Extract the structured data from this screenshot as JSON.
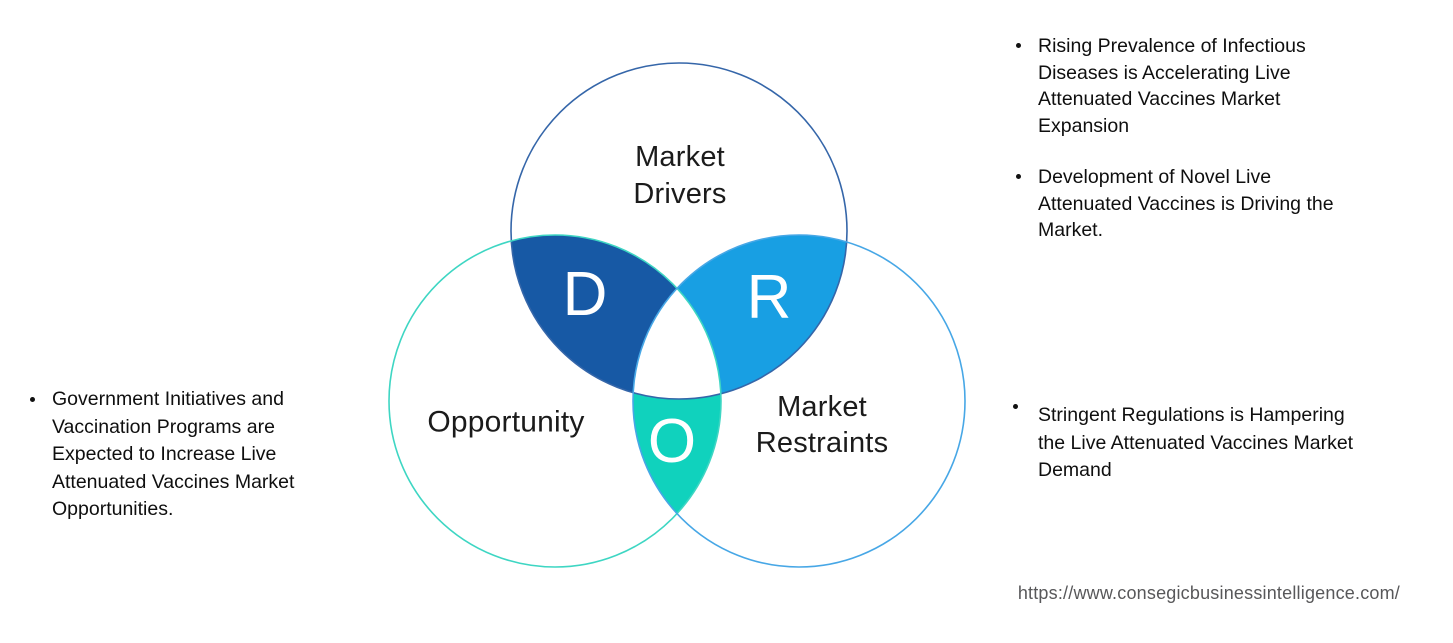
{
  "colors": {
    "overlap_drivers": "#1759A5",
    "overlap_restraints": "#189FE3",
    "overlap_opportunity": "#10D2BD",
    "center_overlap": "#FFFFFF",
    "stroke_drivers": "#3566A9",
    "stroke_opportunity": "#3ED6C3",
    "stroke_restraints": "#47A7E6",
    "letter_color": "#FFFFFF",
    "body_text": "#0F0F0F",
    "url_text": "#58585A"
  },
  "venn": {
    "drivers_label": "Market\nDrivers",
    "opportunity_label": "Opportunity",
    "restraints_label": "Market\nRestraints",
    "drivers_letter": "D",
    "restraints_letter": "R",
    "opportunity_letter": "O"
  },
  "bullets": {
    "left": [
      {
        "text": "Government Initiatives and\nVaccination Programs are\nExpected to Increase Live\nAttenuated Vaccines Market\nOpportunities."
      }
    ],
    "right_top": [
      {
        "text": "Rising Prevalence of Infectious\nDiseases is Accelerating Live\nAttenuated Vaccines Market\nExpansion"
      },
      {
        "text": "Development of Novel Live\nAttenuated Vaccines is Driving the\nMarket."
      }
    ],
    "right_bottom": [
      {
        "text": "Stringent Regulations is Hampering\nthe Live Attenuated Vaccines Market\nDemand"
      }
    ]
  },
  "footer": {
    "url": "https://www.consegicbusinessintelligence.com/"
  }
}
